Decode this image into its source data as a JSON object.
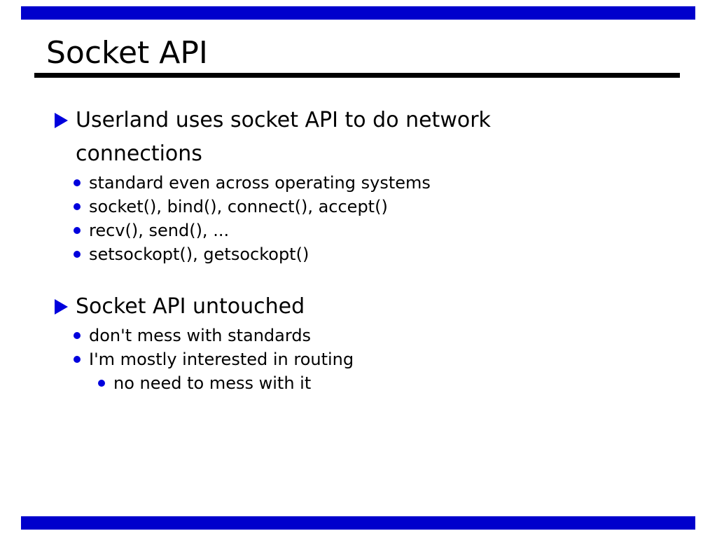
{
  "title": "Socket API",
  "bullets": {
    "b1": {
      "text": "Userland uses socket API to do network connections",
      "sub": [
        "standard even across operating systems",
        "socket(), bind(), connect(), accept()",
        "recv(), send(), ...",
        "setsockopt(), getsockopt()"
      ]
    },
    "b2": {
      "text": "Socket API untouched",
      "sub": [
        "don't mess with standards",
        "I'm mostly interested in routing"
      ],
      "subsub": [
        "no need to mess with it"
      ]
    }
  },
  "colors": {
    "bar_blue": "#0000CC",
    "bullet_blue": "#0000DD",
    "text_black": "#000000",
    "rule_black": "#000000",
    "background": "#FFFFFF"
  }
}
